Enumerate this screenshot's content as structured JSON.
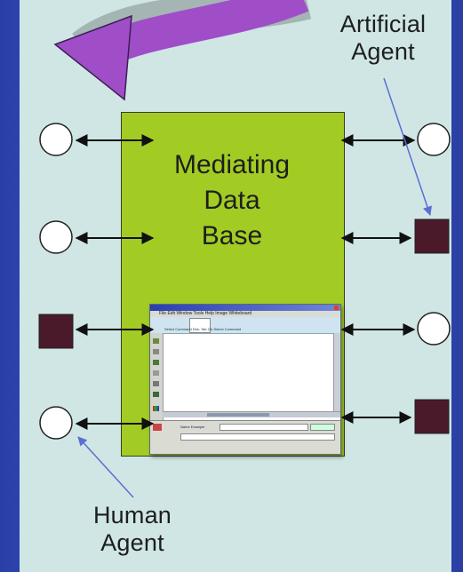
{
  "diagram": {
    "center_label": [
      "Mediating",
      "Data",
      "Base"
    ],
    "artificial_agent_label": [
      "Artificial",
      "Agent"
    ],
    "human_agent_label": [
      "Human",
      "Agent"
    ],
    "colors": {
      "background": "#3a5ccc",
      "panel": "#cfe6e5",
      "database_box": "#a2cc23",
      "artificial_agent_square": "#4a1a2a",
      "curved_arrow": "#a04dc8",
      "pointer_line": "#5a6fd0"
    },
    "left_agents": [
      "human-circle",
      "human-circle",
      "artificial-square",
      "human-circle"
    ],
    "right_agents": [
      "human-circle",
      "artificial-square",
      "human-circle",
      "artificial-square"
    ]
  },
  "mini_window": {
    "menu_items": "File  Edit  Window  Tools  Help  Image Whiteboard",
    "tool_label": "Select Command  Dbs: Tab  Cls  Select Command",
    "bottom_label": "Name  Example"
  }
}
